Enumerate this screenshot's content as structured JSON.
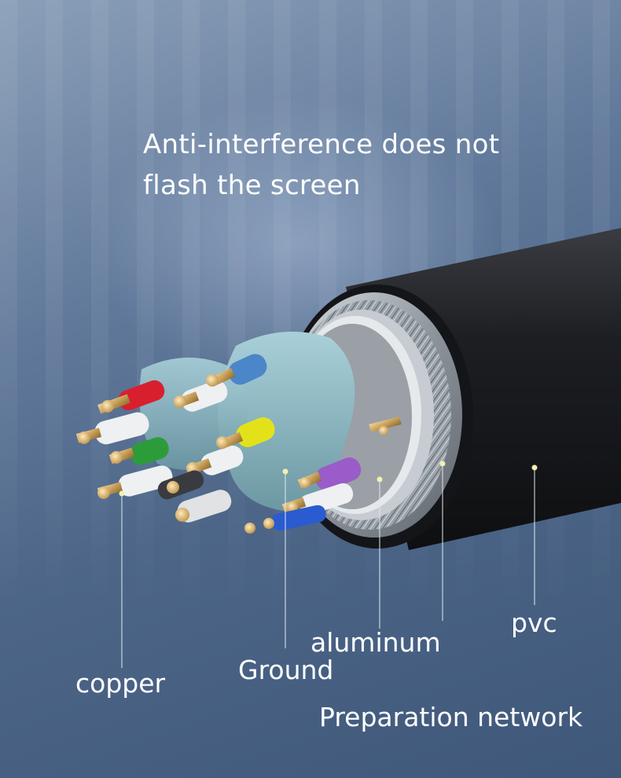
{
  "headline": {
    "line1": "Anti-interference does not",
    "line2": "flash the screen"
  },
  "labels": {
    "copper": "copper",
    "ground": "Ground",
    "aluminum": "aluminum",
    "pvc": "pvc",
    "preparation_network": "Preparation network"
  },
  "colors": {
    "background": "#54708f",
    "jacket": "#1a1b1e",
    "copper": "#c9a15a",
    "separator": "#8fb9c4",
    "wire_red": "#d81f2e",
    "wire_blue": "#4a86c8",
    "wire_green": "#2c9c3a",
    "wire_yellow": "#e3e21a",
    "wire_purple": "#9a5cc8",
    "callout_dot": "#f3efb0"
  }
}
